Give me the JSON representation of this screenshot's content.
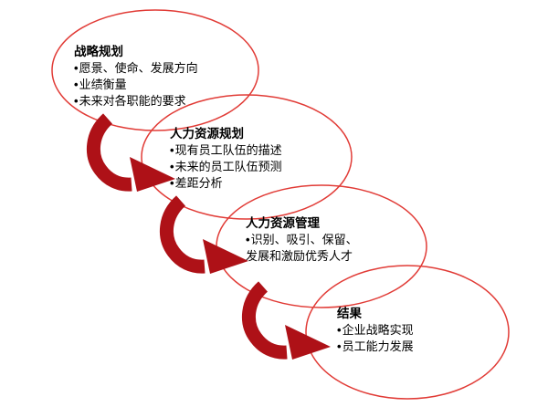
{
  "diagram": {
    "background_color": "#ffffff",
    "ellipse_stroke_color": "#e13b36",
    "arrow_color": "#ae1117",
    "text_color": "#000000",
    "stages": [
      {
        "title": "战略规划",
        "bullets": [
          "愿景、使命、发展方向",
          "业绩衡量",
          "未来对各职能的要求"
        ]
      },
      {
        "title": "人力资源规划",
        "bullets": [
          "现有员工队伍的描述",
          "未来的员工队伍预测",
          "差距分析"
        ]
      },
      {
        "title": "人力资源管理",
        "bullets": [
          "识别、吸引、保留、发展和激励优秀人才"
        ]
      },
      {
        "title": "结果",
        "bullets": [
          "企业战略实现",
          "员工能力发展"
        ]
      }
    ]
  }
}
